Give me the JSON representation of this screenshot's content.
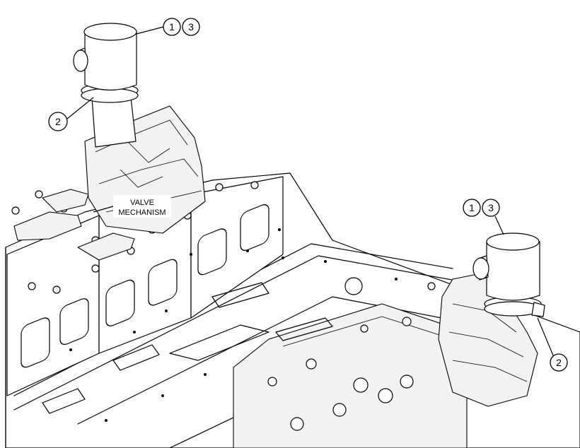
{
  "label_text": {
    "line1": "VALVE",
    "line2": "MECHANISM"
  },
  "callouts": {
    "top_a": "1",
    "top_b": "3",
    "top_c": "2",
    "right_a": "1",
    "right_b": "3",
    "right_c": "2"
  }
}
